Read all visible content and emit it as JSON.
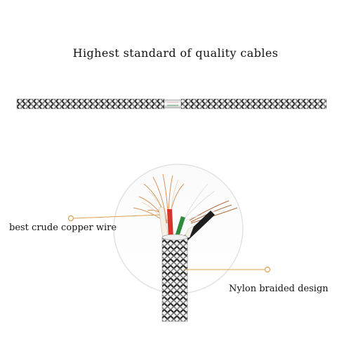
{
  "title": "Highest standard of quality cables",
  "callouts": {
    "copper": "best crude copper wire",
    "nylon": "Nylon braided design"
  },
  "colors": {
    "braid_dark": "#2d2d2d",
    "braid_light": "#f2f2f2",
    "copper": "#d58a4a",
    "callout_line": "#e0a050",
    "wire_red": "#d8322a",
    "wire_green": "#2e8b3a",
    "wire_white": "#f4f0e6",
    "wire_black": "#1e1e1e"
  }
}
